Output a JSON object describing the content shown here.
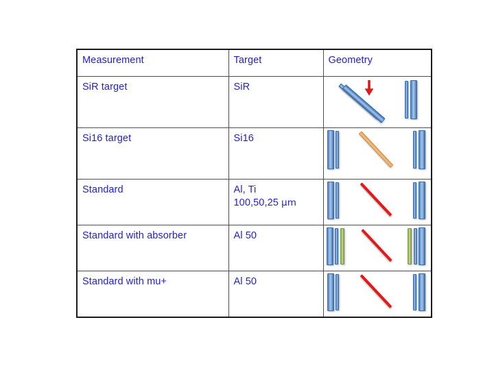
{
  "slide": {
    "background_color": "#ffffff",
    "text_color": "#2222cc",
    "border_color": "#1a1a1a"
  },
  "table": {
    "headers": [
      {
        "label": "Measurement",
        "name": "header-measurement"
      },
      {
        "label": "Target",
        "name": "header-target"
      },
      {
        "label": "Geometry",
        "name": "header-geometry"
      }
    ],
    "rows": [
      {
        "measurement": "SiR target",
        "target": "SiR",
        "geometry_description": "tilted SiR target slab with red beam arrow and two vertical detector bars"
      },
      {
        "measurement": "Si16 target",
        "target": "Si16",
        "geometry_description": "two detector bars, orange diagonal target, two detector bars"
      },
      {
        "measurement": "Standard",
        "target_line1": "Al, Ti",
        "target_line2_value": "100,50,25 ",
        "target_line2_unit": "μm",
        "geometry_description": "two detector bars, red diagonal target, two detector bars"
      },
      {
        "measurement": "Standard with absorber",
        "target": "Al 50",
        "geometry_description": "two blue bars plus green absorber, red diagonal target, green absorber plus two blue bars"
      },
      {
        "measurement": "Standard with mu+",
        "target": "Al 50",
        "geometry_description": "two detector bars, red diagonal target, two detector bars"
      }
    ]
  },
  "geometry_legend": {
    "detector_bar_color": "#6d9bd2",
    "absorber_bar_color": "#a6bf63",
    "target_red_color": "#e0191b",
    "target_orange_color": "#e3a869",
    "beam_arrow_color": "#e0191b"
  }
}
